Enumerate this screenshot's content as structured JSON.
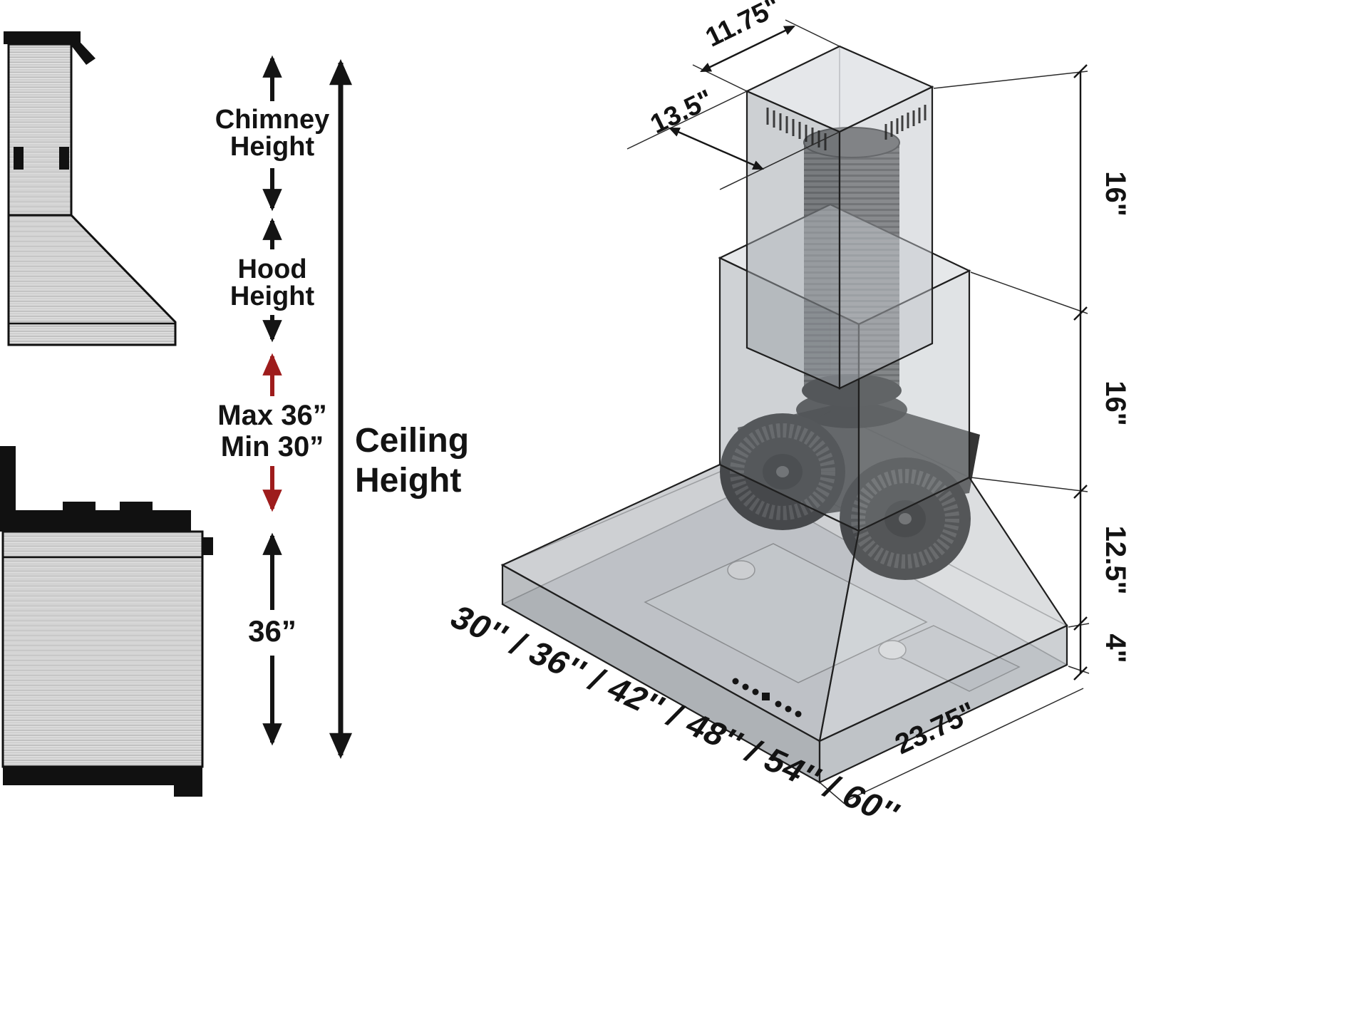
{
  "colors": {
    "line": "#111111",
    "dimension_red": "#9e1c1c",
    "metal_light": "#ededed",
    "metal_stripe": "#989898",
    "glass_grey": "#9aa0a6"
  },
  "left_panel": {
    "chimney_height_label": [
      "Chimney",
      "Height"
    ],
    "hood_height_label": [
      "Hood",
      "Height"
    ],
    "mounting_max_label": "Max 36”",
    "mounting_min_label": "Min 30”",
    "cooktop_clearance_label": "36”",
    "ceiling_height_label": [
      "Ceiling",
      "Height"
    ]
  },
  "right_panel": {
    "chimney_top_width": "11.75\"",
    "chimney_top_depth": "13.5\"",
    "upper_chimney_height": "16\"",
    "lower_chimney_height": "16\"",
    "canopy_height": "12.5\"",
    "base_rim_height": "4\"",
    "hood_depth": "23.75\"",
    "width_options": [
      "30''",
      "36''",
      "42''",
      "48''",
      "54''",
      "60''"
    ],
    "width_options_display": "30'' / 36'' / 42'' / 48'' / 54'' / 60''"
  }
}
